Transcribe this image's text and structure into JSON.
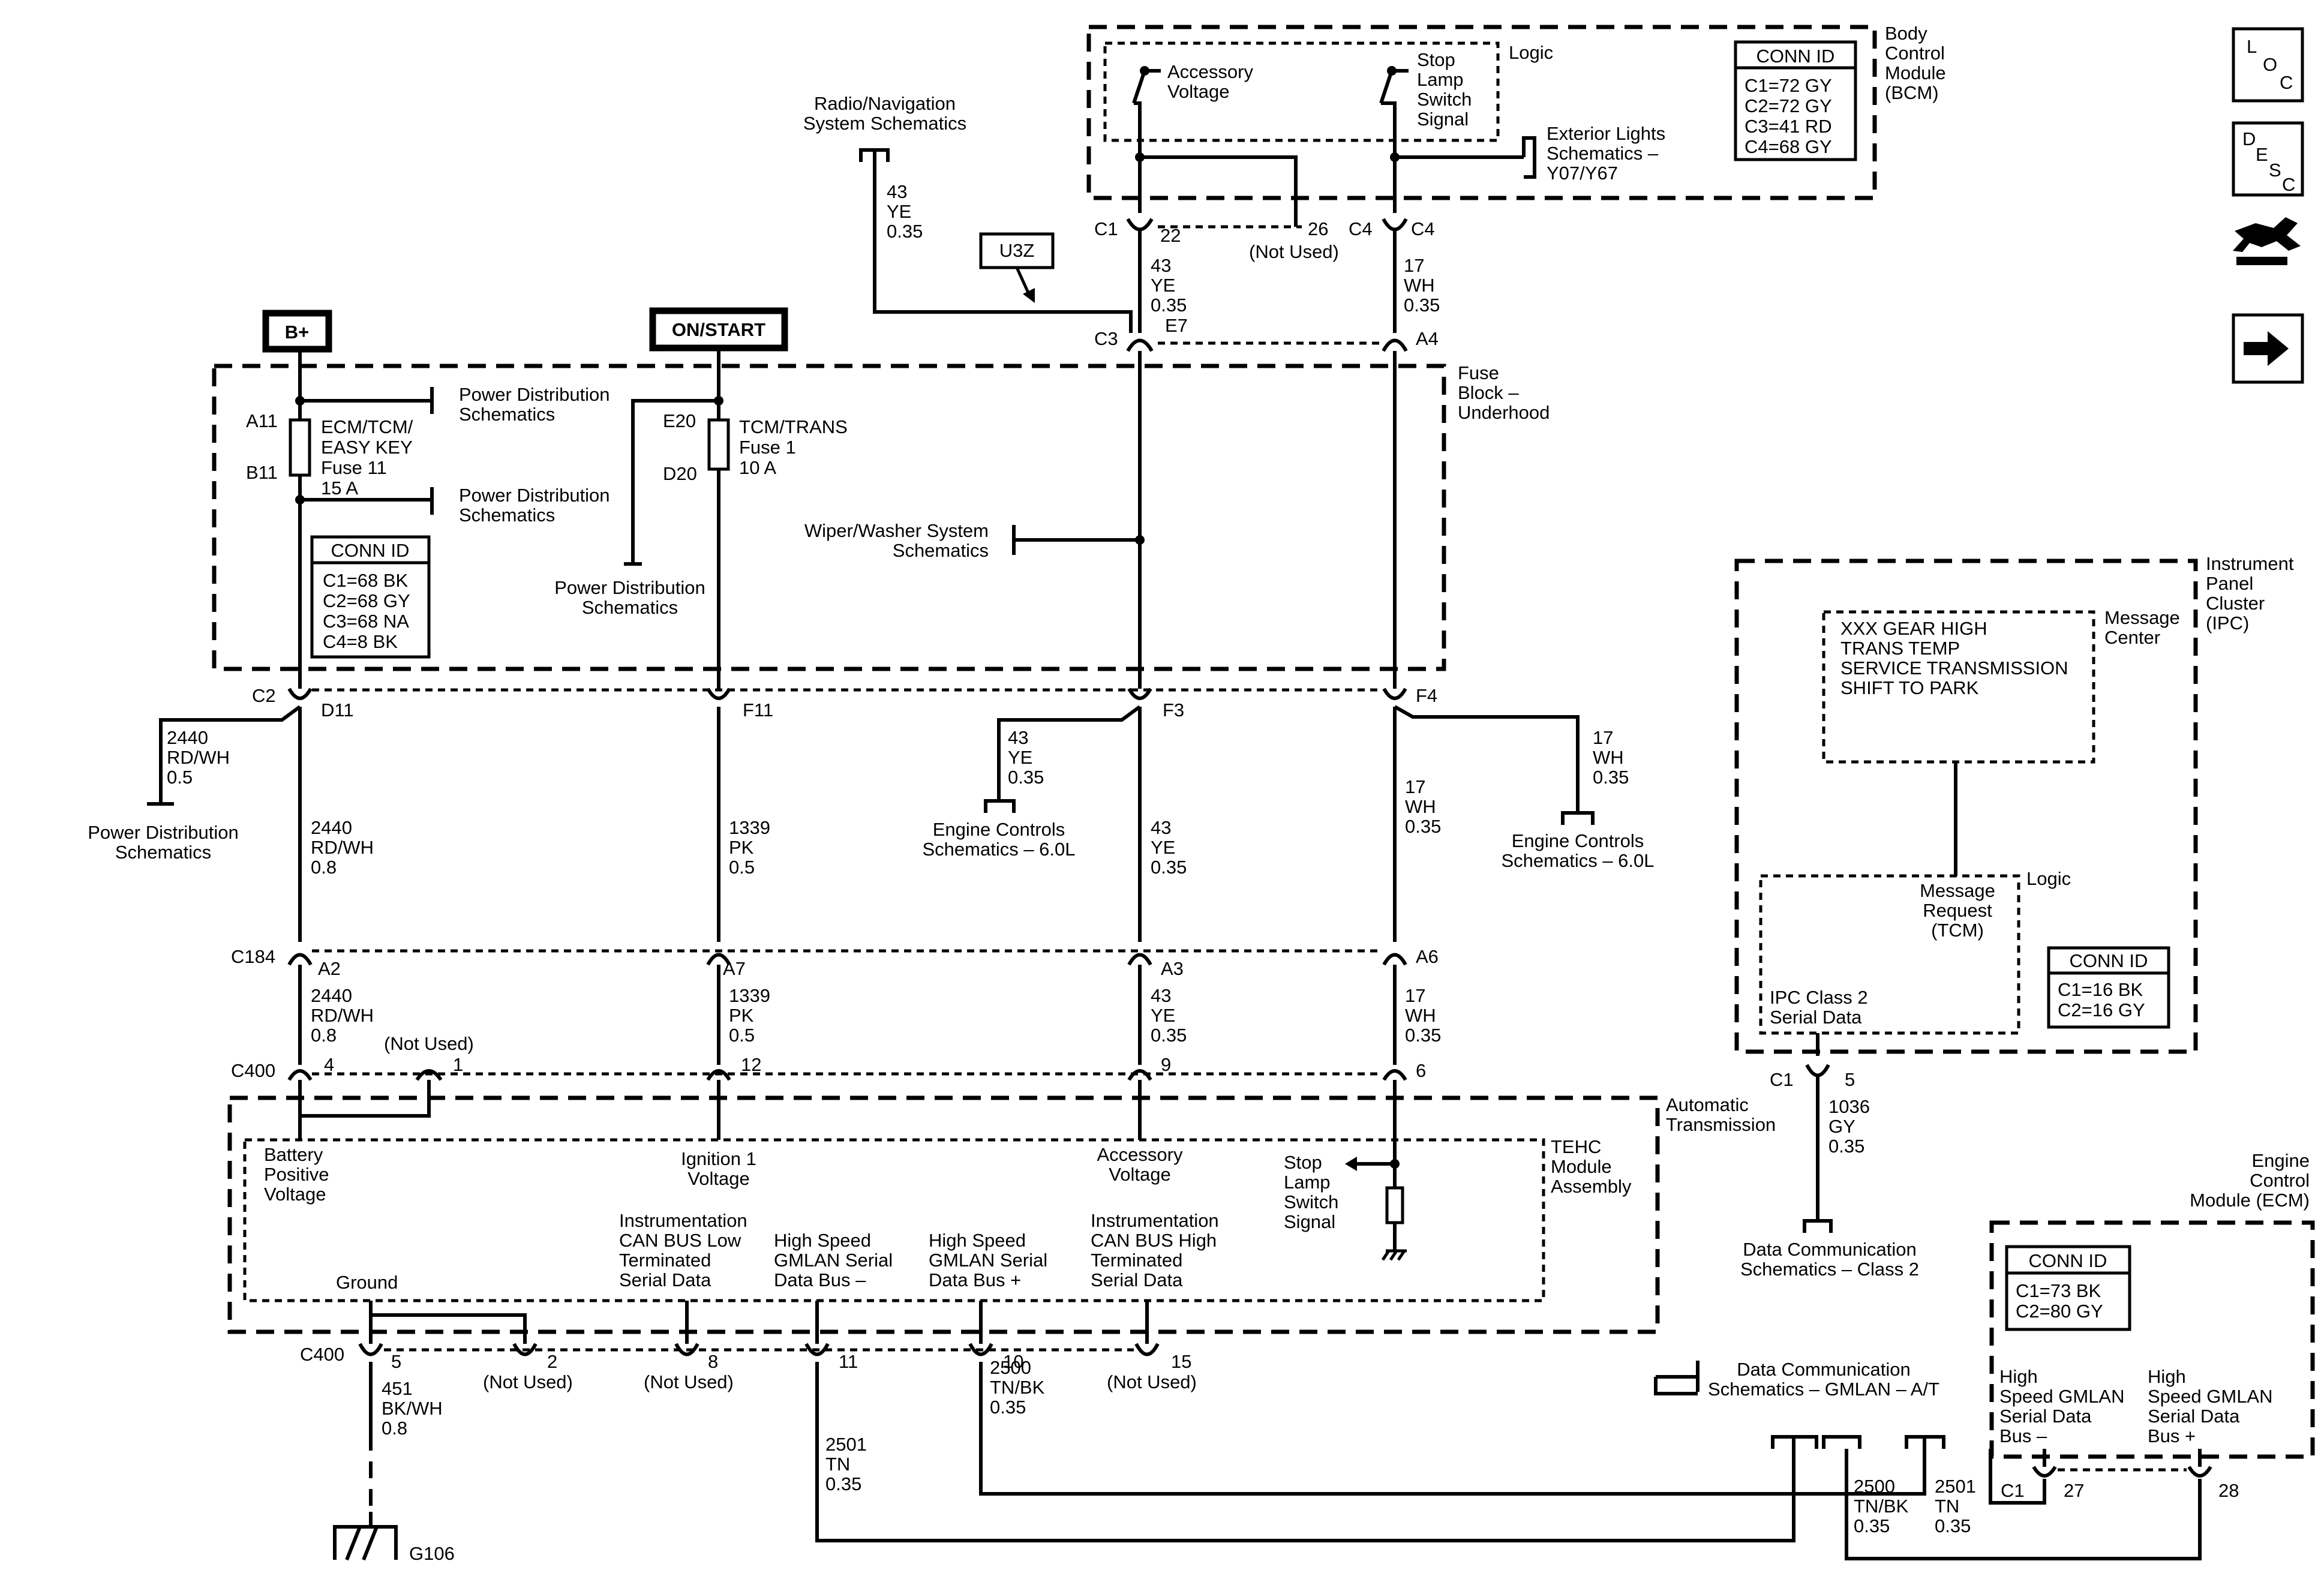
{
  "power": {
    "bplus": "B+",
    "onstart": "ON/START"
  },
  "bcm": {
    "title": [
      "Body",
      "Control",
      "Module",
      "(BCM)"
    ],
    "logic": "Logic",
    "acc_voltage": [
      "Accessory",
      "Voltage"
    ],
    "stop_lamp": [
      "Stop",
      "Lamp",
      "Switch",
      "Signal"
    ],
    "conn": {
      "title": "CONN ID",
      "rows": [
        "C1=72 GY",
        "C2=72 GY",
        "C3=41 RD",
        "C4=68 GY"
      ]
    },
    "ext_lights": [
      "Exterior Lights",
      "Schematics –",
      "Y07/Y67"
    ]
  },
  "radio": {
    "label": [
      "Radio/Navigation",
      "System Schematics"
    ],
    "wire": [
      "43",
      "YE",
      "0.35"
    ]
  },
  "u3z": "U3Z",
  "c1": {
    "conn": "C1",
    "pin22": "22",
    "pin26": "26",
    "not_used": "(Not Used)",
    "wire": [
      "43",
      "YE",
      "0.35"
    ]
  },
  "c4": {
    "left": "C4",
    "right": "C4",
    "wire": [
      "17",
      "WH",
      "0.35"
    ]
  },
  "c3": {
    "conn": "C3",
    "e7": "E7",
    "a4": "A4"
  },
  "fuse_block": {
    "title": [
      "Fuse",
      "Block –",
      "Underhood"
    ],
    "a11": "A11",
    "b11": "B11",
    "e20": "E20",
    "d20": "D20",
    "fuse11": [
      "ECM/TCM/",
      "EASY KEY",
      "Fuse 11",
      "15 A"
    ],
    "fuse1": [
      "TCM/TRANS",
      "Fuse 1",
      "10 A"
    ],
    "pds": [
      "Power Distribution",
      "Schematics"
    ],
    "wiper": [
      "Wiper/Washer System",
      "Schematics"
    ],
    "conn": {
      "title": "CONN ID",
      "rows": [
        "C1=68 BK",
        "C2=68 GY",
        "C3=68 NA",
        "C4=8 BK"
      ]
    }
  },
  "row_c2": {
    "c2": "C2",
    "d11": "D11",
    "f11": "F11",
    "f3": "F3",
    "f4": "F4"
  },
  "pd_left": {
    "wire": [
      "2440",
      "RD/WH",
      "0.5"
    ],
    "label": [
      "Power Distribution",
      "Schematics"
    ]
  },
  "eng_mid": {
    "wire": [
      "43",
      "YE",
      "0.35"
    ],
    "label": [
      "Engine Controls",
      "Schematics – 6.0L"
    ]
  },
  "eng_right": {
    "wire": [
      "17",
      "WH",
      "0.35"
    ],
    "label": [
      "Engine Controls",
      "Schematics – 6.0L"
    ]
  },
  "mid_wires": {
    "w1": [
      "2440",
      "RD/WH",
      "0.8"
    ],
    "w2": [
      "1339",
      "PK",
      "0.5"
    ],
    "w3": [
      "43",
      "YE",
      "0.35"
    ],
    "w4": [
      "17",
      "WH",
      "0.35"
    ]
  },
  "c184": {
    "conn": "C184",
    "a2": "A2",
    "a7": "A7",
    "a3": "A3",
    "a6": "A6"
  },
  "low_wires": {
    "w1": [
      "2440",
      "RD/WH",
      "0.8"
    ],
    "w2": [
      "1339",
      "PK",
      "0.5"
    ],
    "w3": [
      "43",
      "YE",
      "0.35"
    ],
    "w4": [
      "17",
      "WH",
      "0.35"
    ]
  },
  "c400_top": {
    "conn": "C400",
    "p4": "4",
    "p1": "1",
    "not_used": "(Not Used)",
    "p12": "12",
    "p9": "9",
    "p6": "6"
  },
  "tehc": {
    "auto_trans": [
      "Automatic",
      "Transmission"
    ],
    "title": [
      "TEHC",
      "Module",
      "Assembly"
    ],
    "battery": [
      "Battery",
      "Positive",
      "Voltage"
    ],
    "ign1": [
      "Ignition 1",
      "Voltage"
    ],
    "acc": [
      "Accessory",
      "Voltage"
    ],
    "stop": [
      "Stop",
      "Lamp",
      "Switch",
      "Signal"
    ],
    "ground": "Ground",
    "can_low": [
      "Instrumentation",
      "CAN BUS Low",
      "Terminated",
      "Serial Data"
    ],
    "hs_minus": [
      "High Speed",
      "GMLAN Serial",
      "Data Bus –"
    ],
    "hs_plus": [
      "High Speed",
      "GMLAN Serial",
      "Data Bus +"
    ],
    "can_high": [
      "Instrumentation",
      "CAN BUS High",
      "Terminated",
      "Serial Data"
    ]
  },
  "c400_bot": {
    "conn": "C400",
    "p5": "5",
    "p2": "2",
    "p8": "8",
    "p11": "11",
    "p10": "10",
    "p15": "15",
    "not_used": "(Not Used)",
    "w_ground": [
      "451",
      "BK/WH",
      "0.8"
    ],
    "w_2501": [
      "2501",
      "TN",
      "0.35"
    ],
    "w_2500": [
      "2500",
      "TN/BK",
      "0.35"
    ],
    "g106": "G106"
  },
  "ipc": {
    "title": [
      "Instrument",
      "Panel",
      "Cluster",
      "(IPC)"
    ],
    "msg_center": [
      "Message",
      "Center"
    ],
    "messages": [
      "XXX GEAR HIGH",
      "TRANS TEMP",
      "SERVICE TRANSMISSION",
      "SHIFT TO PARK"
    ],
    "logic": "Logic",
    "msg_request": [
      "Message",
      "Request",
      "(TCM)"
    ],
    "class2": [
      "IPC Class 2",
      "Serial Data"
    ],
    "conn": {
      "title": "CONN ID",
      "rows": [
        "C1=16 BK",
        "C2=16 GY"
      ]
    },
    "c1": "C1",
    "p5": "5",
    "wire": [
      "1036",
      "GY",
      "0.35"
    ],
    "dc_class2": [
      "Data Communication",
      "Schematics – Class 2"
    ]
  },
  "ecm": {
    "title": [
      "Engine",
      "Control",
      "Module (ECM)"
    ],
    "conn": {
      "title": "CONN ID",
      "rows": [
        "C1=73 BK",
        "C2=80 GY"
      ]
    },
    "hs_minus": [
      "High",
      "Speed GMLAN",
      "Serial Data",
      "Bus –"
    ],
    "hs_plus": [
      "High",
      "Speed GMLAN",
      "Serial Data",
      "Bus +"
    ],
    "c1": "C1",
    "p27": "27",
    "p28": "28",
    "dc_gmlan": [
      "Data Communication",
      "Schematics – GMLAN – A/T"
    ],
    "w_2500": [
      "2500",
      "TN/BK",
      "0.35"
    ],
    "w_2501": [
      "2501",
      "TN",
      "0.35"
    ]
  },
  "nav": {
    "loc": [
      "L",
      "O",
      "C"
    ],
    "desc": [
      "D",
      "E",
      "S",
      "C"
    ]
  }
}
